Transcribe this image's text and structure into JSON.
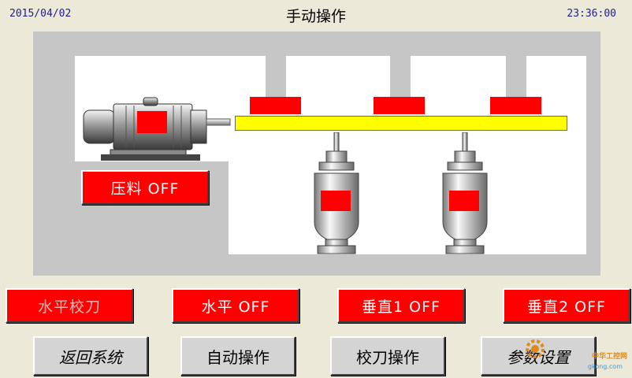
{
  "header": {
    "date": "2015/04/02",
    "title": "手动操作",
    "time": "23:36:00"
  },
  "status_buttons": {
    "press_material": "压料 OFF",
    "horizontal_calibration": "水平校刀",
    "horizontal": "水平 OFF",
    "vertical1": "垂直1 OFF",
    "vertical2": "垂直2 OFF"
  },
  "nav_buttons": {
    "return_system": "返回系统",
    "auto_operation": "自动操作",
    "knife_calibration": "校刀操作",
    "parameter_settings": "参数设置"
  },
  "watermark": {
    "line1": "中华工控网",
    "line2": "gkong.com"
  },
  "colors": {
    "background": "#ece9d8",
    "active_red": "#ff0000",
    "beam_yellow": "#ffff00",
    "panel_gray": "#c6c6c6"
  },
  "icons": [
    "motor-icon",
    "spindle-icon",
    "gear-icon"
  ]
}
